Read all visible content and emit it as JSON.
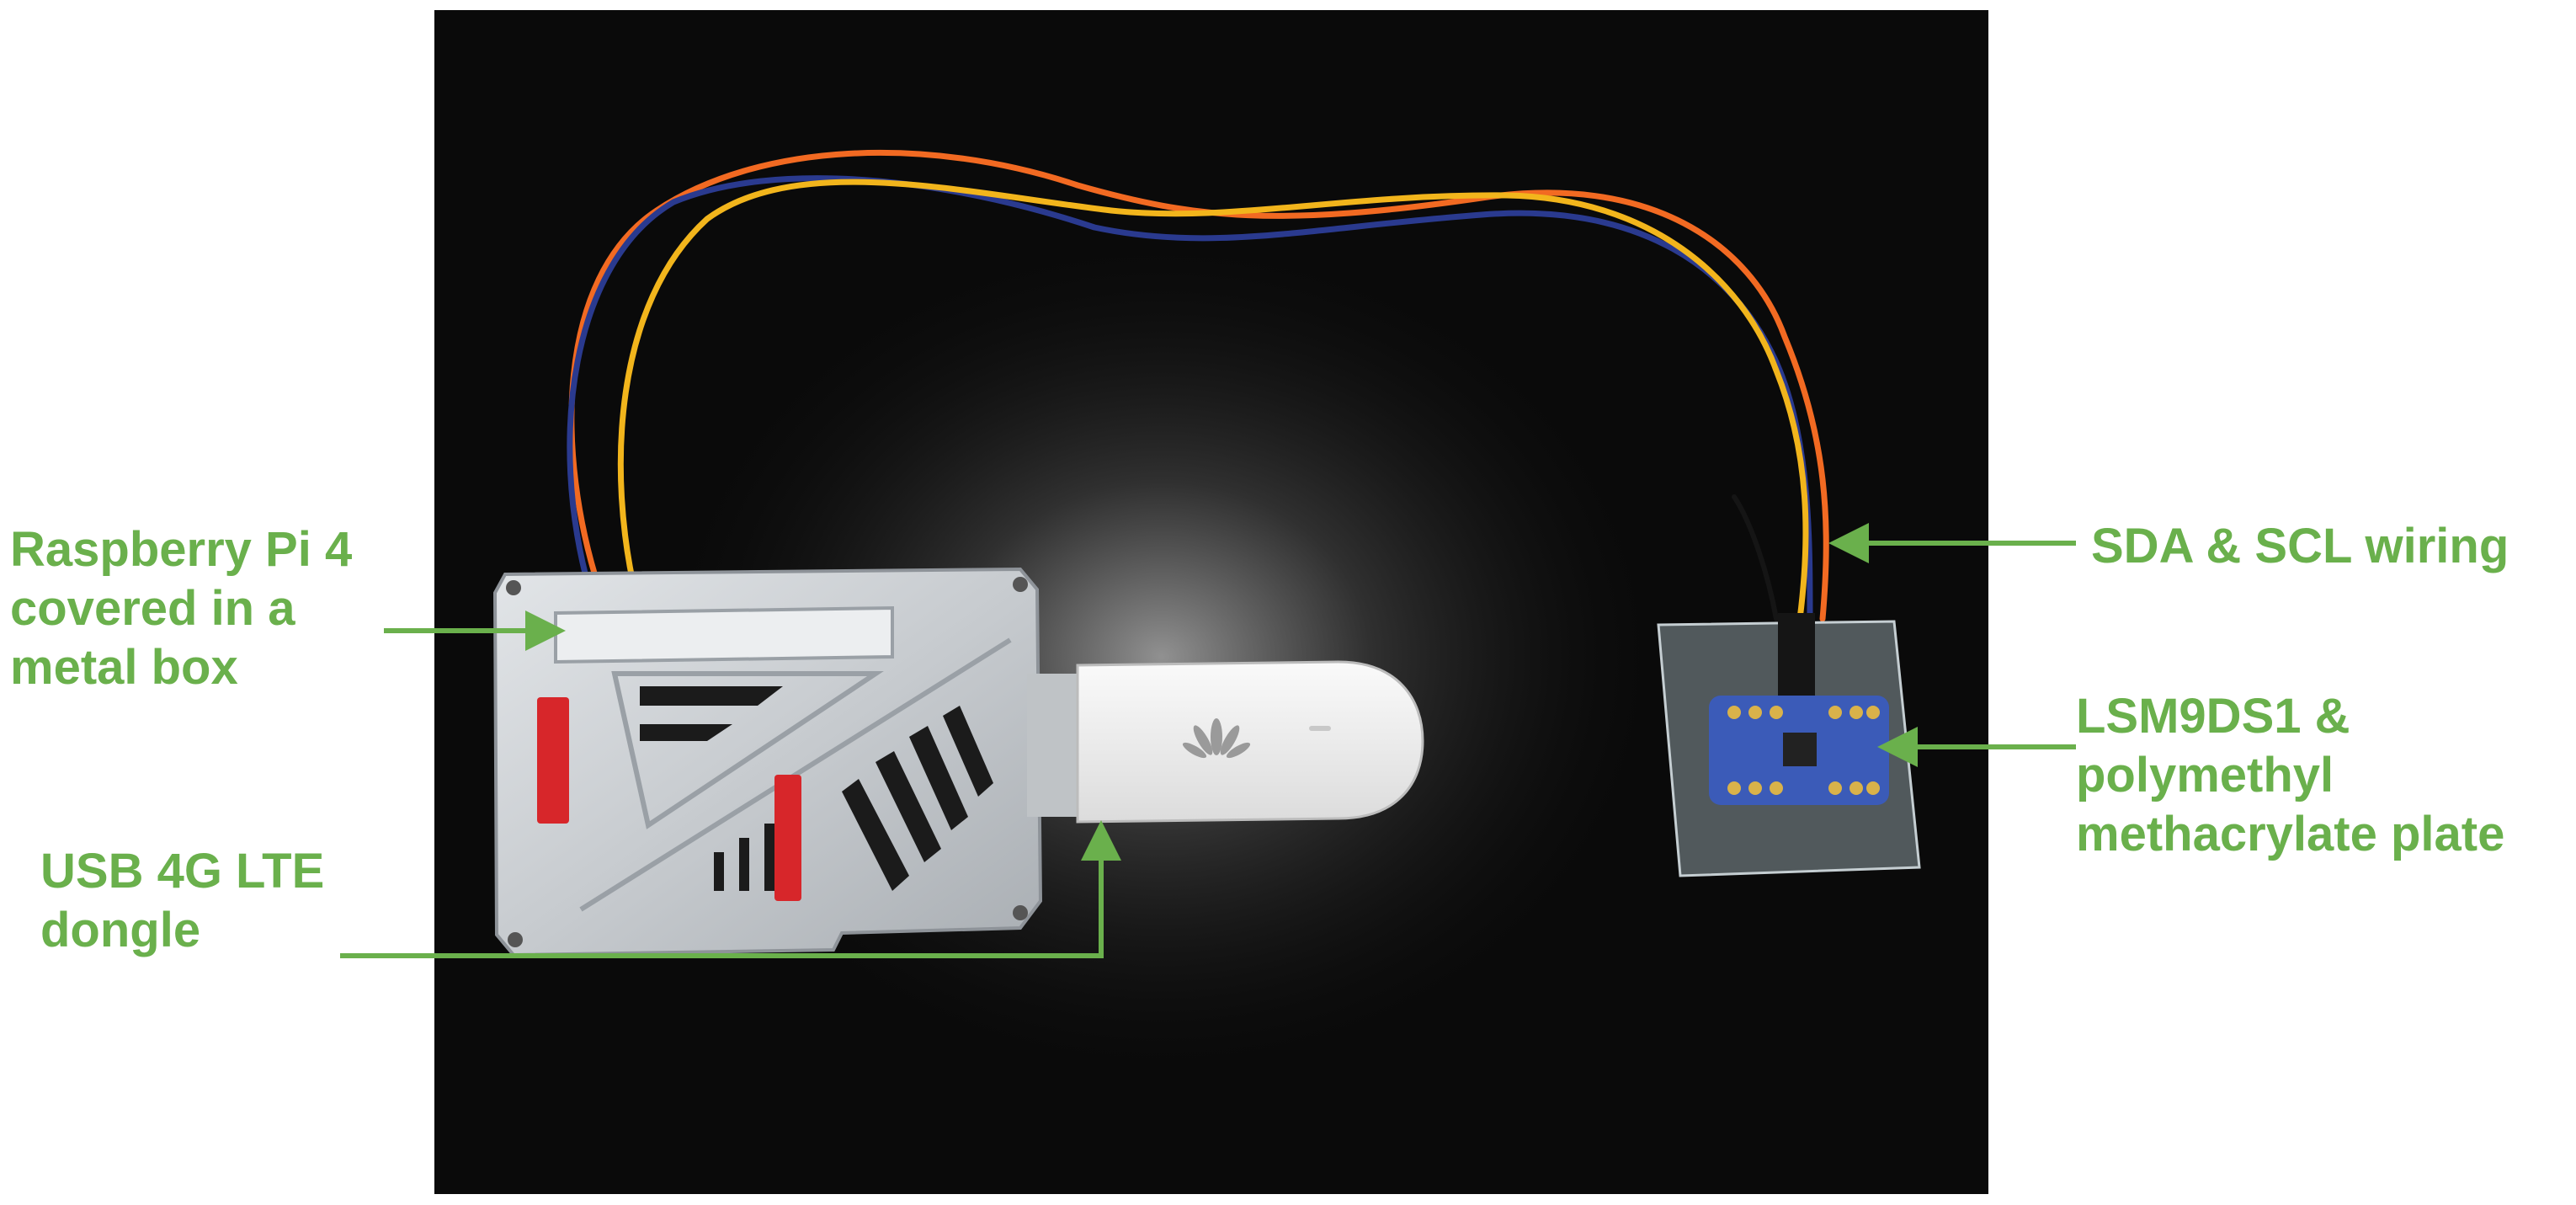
{
  "labels": {
    "raspberry": [
      "Raspberry Pi 4",
      "covered in a",
      "metal box"
    ],
    "usb": [
      "USB 4G LTE",
      "dongle"
    ],
    "sda": [
      "SDA & SCL wiring"
    ],
    "lsm": [
      "LSM9DS1 &",
      "polymethyl",
      "methacrylate plate"
    ]
  },
  "colors": {
    "label_text": "#6ab04c",
    "arrow": "#6ab04c",
    "backdrop": "#0a0a0a",
    "wire_orange": "#f26a22",
    "wire_yellow": "#f2b51c",
    "wire_blue": "#2a3a8f",
    "wire_black": "#151515",
    "case_metal": "#cfd3d6",
    "red_reflector": "#d7262a",
    "dongle_white": "#f2f2f2",
    "sensor_board": "#3b5bb8",
    "acrylic_plate": "#8c9aa0"
  },
  "icons": {
    "dongle_logo": "huawei-logo-icon",
    "arrow_head": "arrow-head-icon"
  }
}
